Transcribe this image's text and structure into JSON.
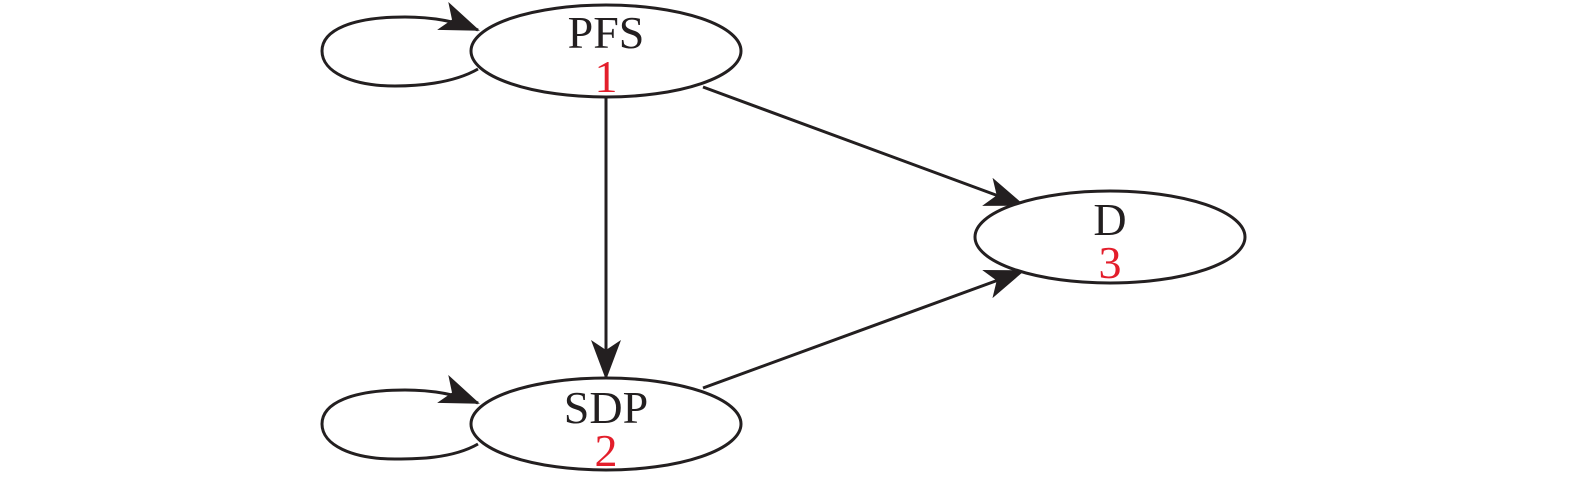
{
  "colors": {
    "stroke": "#231f20",
    "label": "#231f20",
    "number": "#e31e2b",
    "background": "#ffffff"
  },
  "nodes": [
    {
      "id": "pfs",
      "label": "PFS",
      "number": "1",
      "self_loop": true
    },
    {
      "id": "sdp",
      "label": "SDP",
      "number": "2",
      "self_loop": true
    },
    {
      "id": "d",
      "label": "D",
      "number": "3",
      "self_loop": false
    }
  ],
  "edges": [
    {
      "from": "pfs",
      "to": "sdp"
    },
    {
      "from": "pfs",
      "to": "d"
    },
    {
      "from": "sdp",
      "to": "d"
    },
    {
      "from": "pfs",
      "to": "pfs"
    },
    {
      "from": "sdp",
      "to": "sdp"
    }
  ]
}
